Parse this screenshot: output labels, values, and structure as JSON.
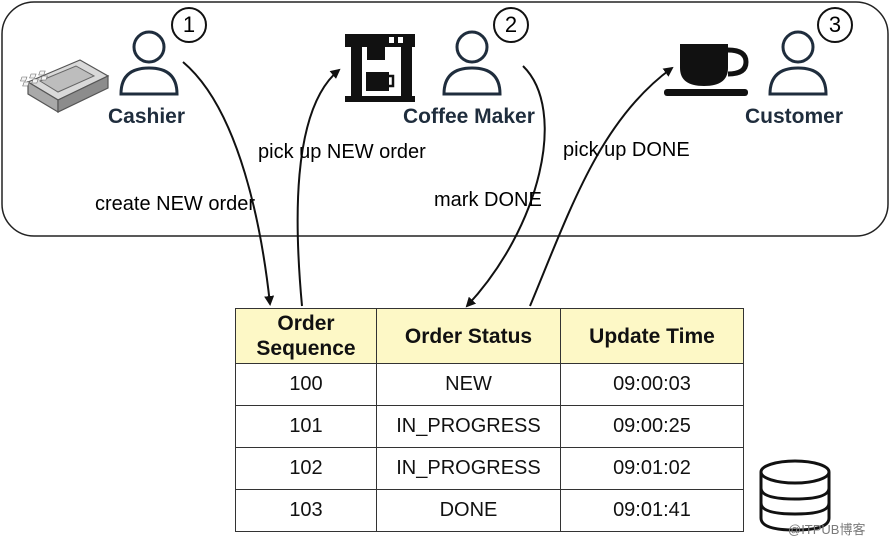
{
  "actors": [
    {
      "step": "1",
      "label": "Cashier",
      "icon": "cash-register-icon"
    },
    {
      "step": "2",
      "label": "Coffee Maker",
      "icon": "coffee-machine-icon"
    },
    {
      "step": "3",
      "label": "Customer",
      "icon": "coffee-cup-icon"
    }
  ],
  "flows": [
    {
      "label": "create NEW order"
    },
    {
      "label": "pick up NEW order"
    },
    {
      "label": "mark DONE"
    },
    {
      "label": "pick up DONE"
    }
  ],
  "table": {
    "headers": [
      "Order Sequence",
      "Order Status",
      "Update Time"
    ],
    "rows": [
      [
        "100",
        "NEW",
        "09:00:03"
      ],
      [
        "101",
        "IN_PROGRESS",
        "09:00:25"
      ],
      [
        "102",
        "IN_PROGRESS",
        "09:01:02"
      ],
      [
        "103",
        "DONE",
        "09:01:41"
      ]
    ]
  },
  "database_icon": "database-icon",
  "watermark": "@ITPUB博客",
  "colors": {
    "header_fill": "#fdf8c6",
    "actor_label": "#1f2d3d",
    "line": "#111111"
  }
}
